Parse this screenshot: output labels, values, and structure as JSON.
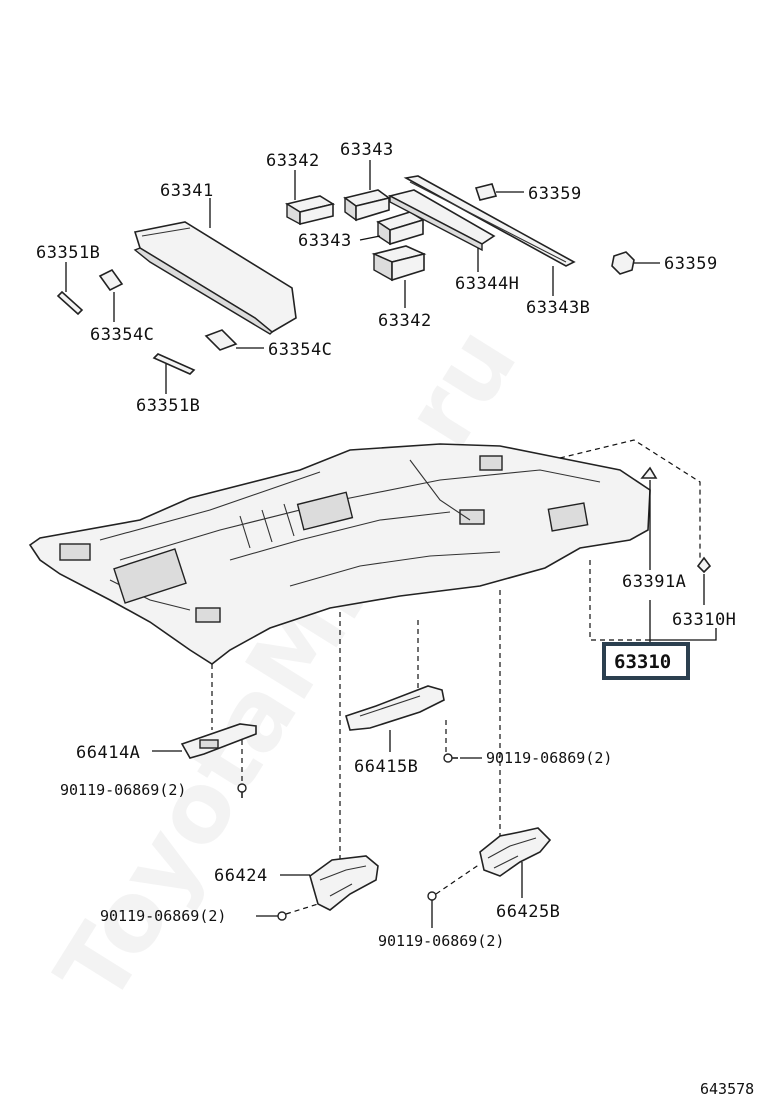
{
  "diagram": {
    "watermark": "ToyotaMine.ru",
    "figure_number": "643578",
    "labels": {
      "p63341": "63341",
      "p63342_top": "63342",
      "p63343_top": "63343",
      "p63359_top": "63359",
      "p63351b_left": "63351B",
      "p63343_mid": "63343",
      "p63359_right": "63359",
      "p63344h": "63344H",
      "p63342_bottom": "63342",
      "p63343b": "63343B",
      "p63354c_left": "63354C",
      "p63354c_right": "63354C",
      "p63351b_bottom": "63351B",
      "p63391a": "63391A",
      "p63310h": "63310H",
      "p63310": "63310",
      "p66414a": "66414A",
      "p66415b": "66415B",
      "bolt_right_top": "90119-06869(2)",
      "bolt_left_top": "90119-06869(2)",
      "p66424": "66424",
      "p66425b": "66425B",
      "bolt_left_bottom": "90119-06869(2)",
      "bolt_bottom": "90119-06869(2)"
    },
    "highlight_color": "#2b3f4f"
  }
}
